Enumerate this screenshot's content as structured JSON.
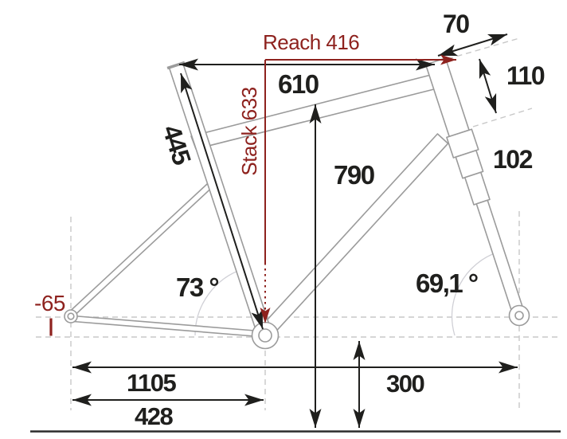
{
  "labels": {
    "reach": "Reach 416",
    "stack": "Stack 633",
    "top_tube_horizontal": "610",
    "seat_tube": "445",
    "standover": "790",
    "stem": "70",
    "head_tube": "110",
    "steerer": "102",
    "seat_tube_angle": "73 °",
    "head_tube_angle": "69,1 °",
    "bb_drop": "-65",
    "wheelbase": "1105",
    "chainstay": "428",
    "bb_height": "300"
  },
  "colors": {
    "accent_red": "#8e221e",
    "ink": "#1f1f1d",
    "frame_gray": "#9b9b9b",
    "guide_gray": "#c8c8c8"
  }
}
